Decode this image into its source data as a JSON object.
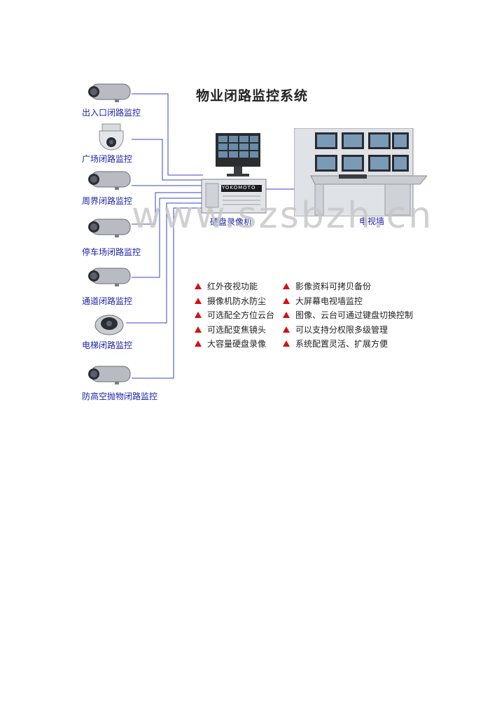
{
  "title": "物业闭路监控系统",
  "cameras": [
    {
      "label": "出入口闭路监控",
      "icon": "bullet-camera-icon"
    },
    {
      "label": "广场闭路监控",
      "icon": "speed-dome-camera-icon"
    },
    {
      "label": "周界闭路监控",
      "icon": "bullet-camera-icon"
    },
    {
      "label": "停车场闭路监控",
      "icon": "bullet-camera-icon"
    },
    {
      "label": "通道闭路监控",
      "icon": "bullet-camera-icon"
    },
    {
      "label": "电梯闭路监控",
      "icon": "dome-camera-icon"
    },
    {
      "label": "防高空抛物闭路监控",
      "icon": "bullet-camera-icon"
    }
  ],
  "devices": {
    "dvr_label": "硬盘录像机",
    "wall_label": "电视墙",
    "dvr_brand": "YOKOMOTO"
  },
  "watermark": "www.szsbzh.cn",
  "features_left": [
    "红外夜视功能",
    "摄像机防水防尘",
    "可选配全方位云台",
    "可选配变焦镜头",
    "大容量硬盘录像"
  ],
  "features_right": [
    "影像资料可拷贝备份",
    "大屏幕电视墙监控",
    "图像、云台可通过键盘切换控制",
    "可以支持分权限多级管理",
    "系统配置灵活、扩展方便"
  ],
  "colors": {
    "label": "#1a22aa",
    "wire": "#3a44c8",
    "bullet": "#d41010"
  }
}
